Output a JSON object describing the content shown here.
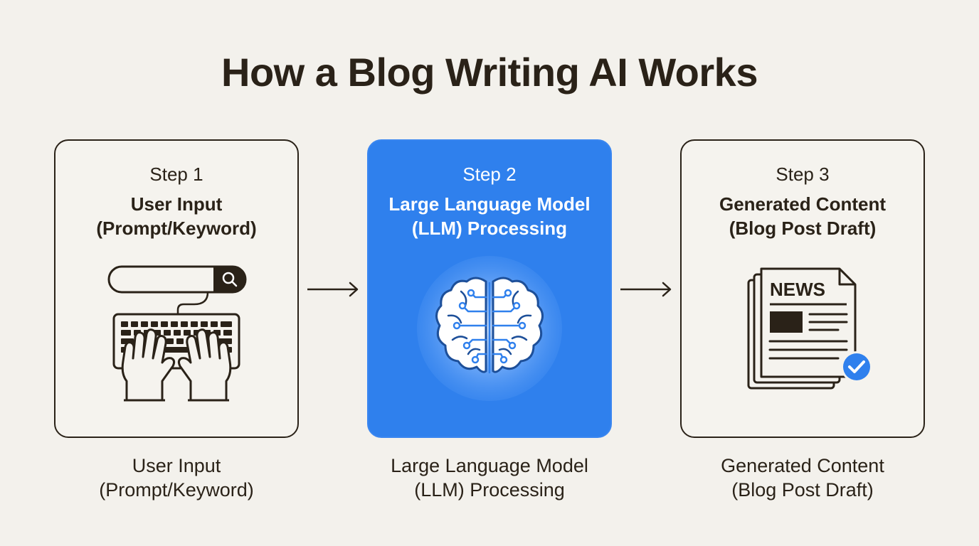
{
  "title": "How a Blog Writing AI Works",
  "steps": [
    {
      "step_label": "Step 1",
      "title_line1": "User Input",
      "title_line2": "(Prompt/Keyword)",
      "caption_line1": "User Input",
      "caption_line2": "(Prompt/Keyword)",
      "icon": "search-bar-keyboard-hands-icon"
    },
    {
      "step_label": "Step 2",
      "title_line1": "Large Language Model",
      "title_line2": "(LLM) Processing",
      "caption_line1": "Large Language Model",
      "caption_line2": "(LLM) Processing",
      "icon": "circuit-brain-icon"
    },
    {
      "step_label": "Step 3",
      "title_line1": "Generated Content",
      "title_line2": "(Blog Post Draft)",
      "caption_line1": "Generated Content",
      "caption_line2": "(Blog Post Draft)",
      "icon": "newspaper-check-icon",
      "newspaper_heading": "NEWS"
    }
  ],
  "colors": {
    "background": "#f3f1ec",
    "ink": "#2a2218",
    "accent_blue": "#2f80ed",
    "check_blue": "#2f80ed"
  }
}
